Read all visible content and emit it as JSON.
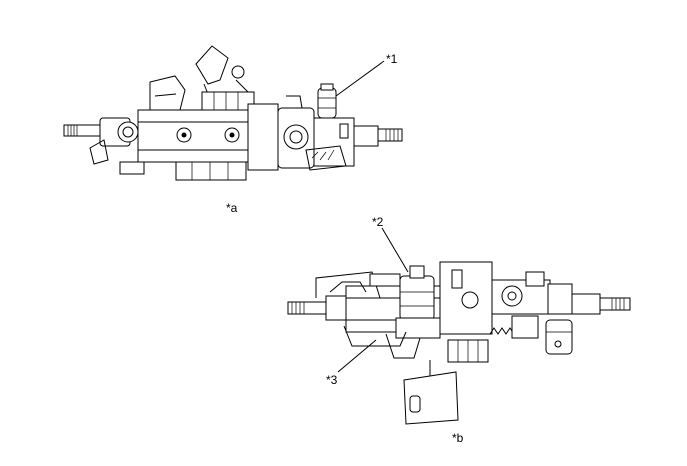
{
  "callouts": {
    "c1": "*1",
    "c2": "*2",
    "c3": "*3",
    "ca": "*a",
    "cb": "*b"
  },
  "colors": {
    "line": "#000000",
    "background": "#ffffff"
  }
}
